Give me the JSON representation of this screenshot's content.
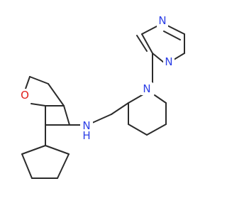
{
  "molecule": {
    "atoms": [
      {
        "id": "n-pyrimidine-left",
        "label": "N",
        "color": "#2c3fe6"
      },
      {
        "id": "n-pyrimidine-right",
        "label": "N",
        "color": "#2c3fe6"
      },
      {
        "id": "n-piperidine",
        "label": "N",
        "color": "#2c3fe6"
      },
      {
        "id": "n-amine",
        "label": "N",
        "color": "#2c3fe6"
      },
      {
        "id": "h-amine",
        "label": "H",
        "color": "#2c3fe6"
      },
      {
        "id": "o-oxolane",
        "label": "O",
        "color": "#e0201c"
      }
    ],
    "bond_color": "#2b2b2b"
  }
}
